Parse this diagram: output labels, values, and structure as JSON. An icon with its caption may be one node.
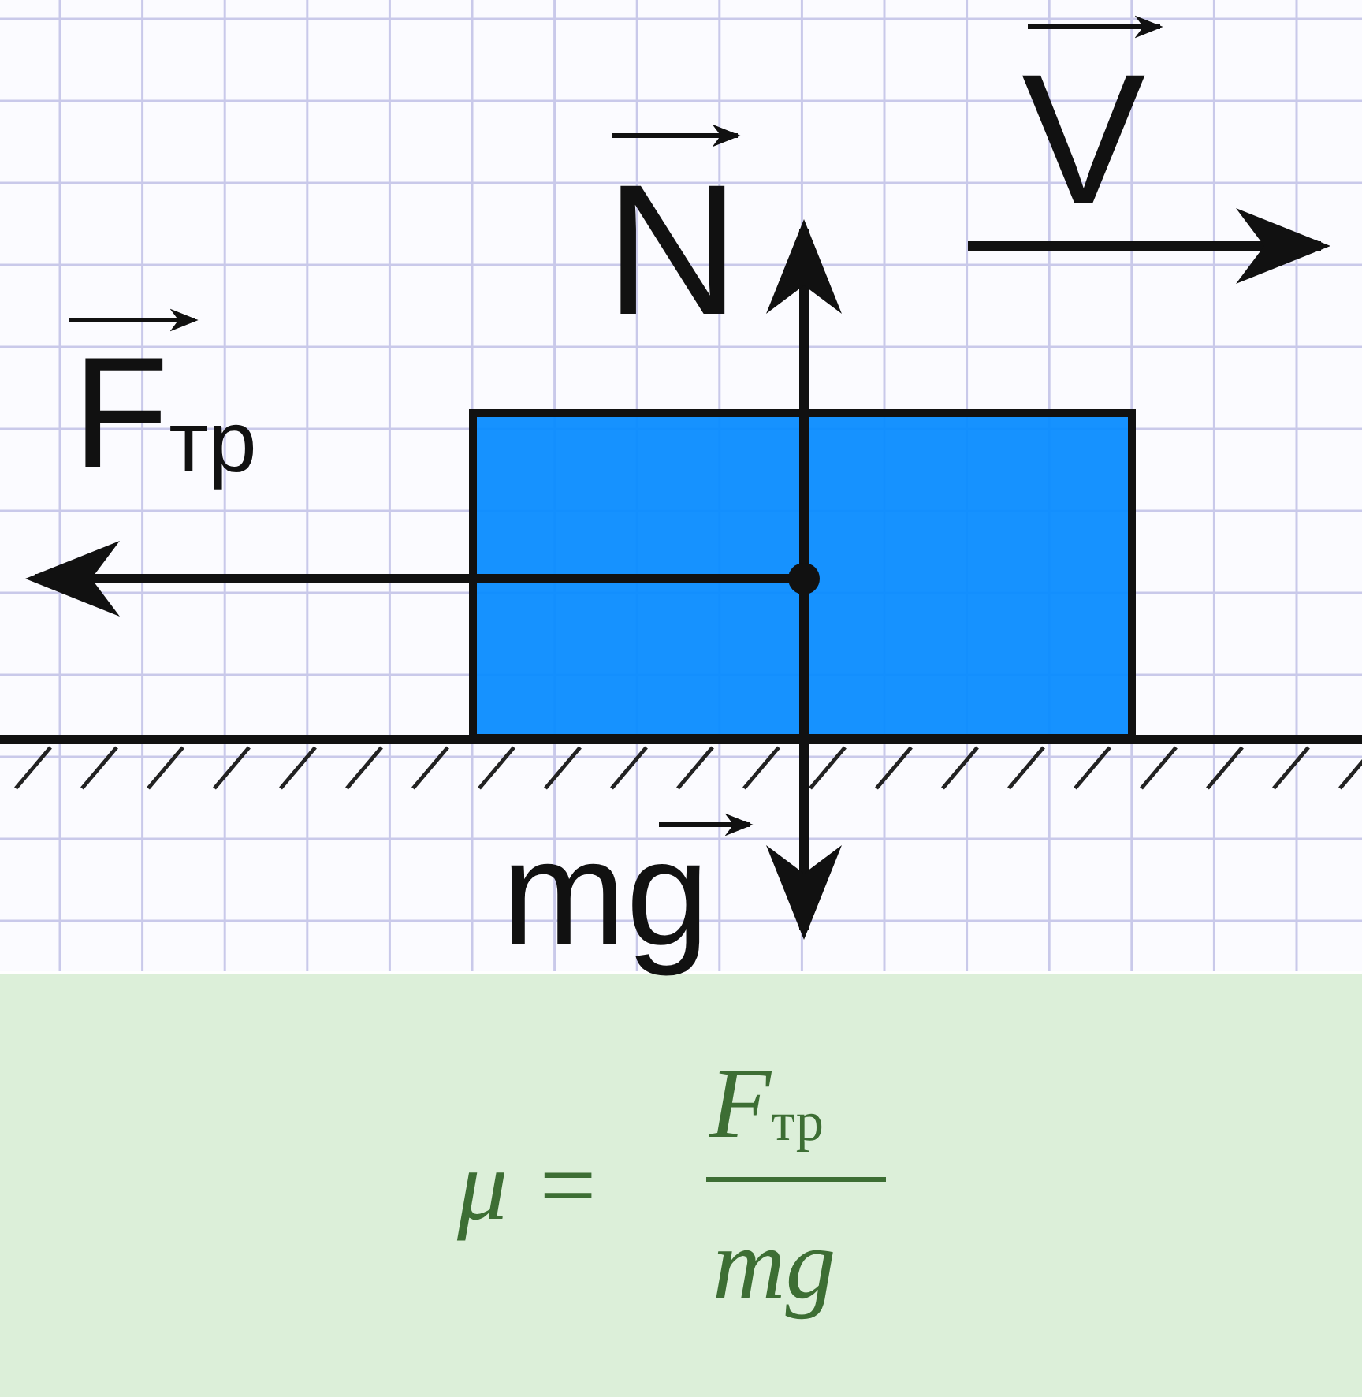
{
  "diagram": {
    "labels": [
      "V",
      "N",
      "F$_{тр}$",
      "mg",
      "μ =",
      "F$_{тр}$",
      "mg"
    ]
  }
}
